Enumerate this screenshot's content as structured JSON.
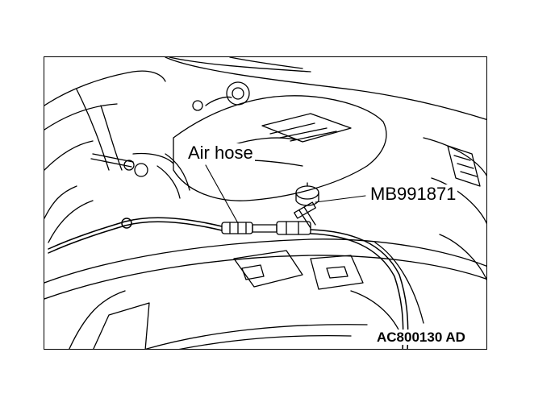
{
  "figure": {
    "labels": {
      "air_hose": "Air hose",
      "tool": "MB991871",
      "figure_code": "AC800130 AD"
    },
    "ink_color": "#000000",
    "background_color": "#ffffff"
  }
}
